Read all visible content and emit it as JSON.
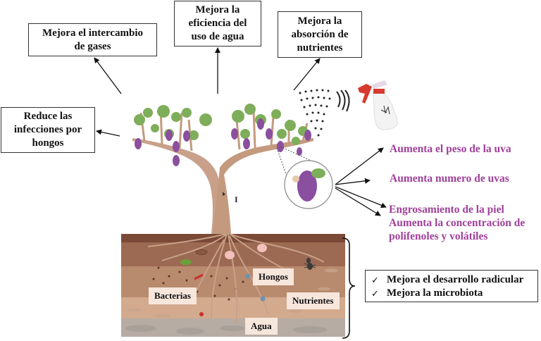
{
  "title": "Beneficios de la aplicación foliar en la vid",
  "top_boxes": {
    "gas_exchange": [
      "Mejora el intercambio",
      "de gases"
    ],
    "water_efficiency": [
      "Mejora la",
      "eficiencia del",
      "uso de agua"
    ],
    "nutrient_absorption": [
      "Mejora la",
      "absorción  de",
      "nutrientes"
    ],
    "fungal_infections": [
      "Reduce las",
      "infecciones por",
      "hongos"
    ]
  },
  "grape_effects": {
    "weight": "Aumenta el peso de la uva",
    "number": "Aumenta numero de uvas",
    "skin": "Engrosamiento  de la piel",
    "polyphenols_line1": "Aumenta la concentración de",
    "polyphenols_line2": "polifenoles y volátiles"
  },
  "trunk_marker": "I",
  "soil_labels": {
    "bacteria": "Bacterias",
    "fungi": "Hongos",
    "nutrients": "Nutrientes",
    "water": "Agua"
  },
  "root_benefits": [
    {
      "icon": "check-icon",
      "symbol": "✓",
      "text": "Mejora el desarrollo  radicular"
    },
    {
      "icon": "check-icon",
      "symbol": "✓",
      "text": "Mejora la microbiota"
    }
  ],
  "colors": {
    "accent_text": "#a0409a",
    "grape": "#8a4f9e",
    "leaf": "#7fae5a",
    "trunk": "#c49a7f",
    "soil_dark": "#8a5a44",
    "soil_mid": "#b98b6f",
    "soil_light": "#d9b49a",
    "spray_red": "#d83a2e"
  }
}
